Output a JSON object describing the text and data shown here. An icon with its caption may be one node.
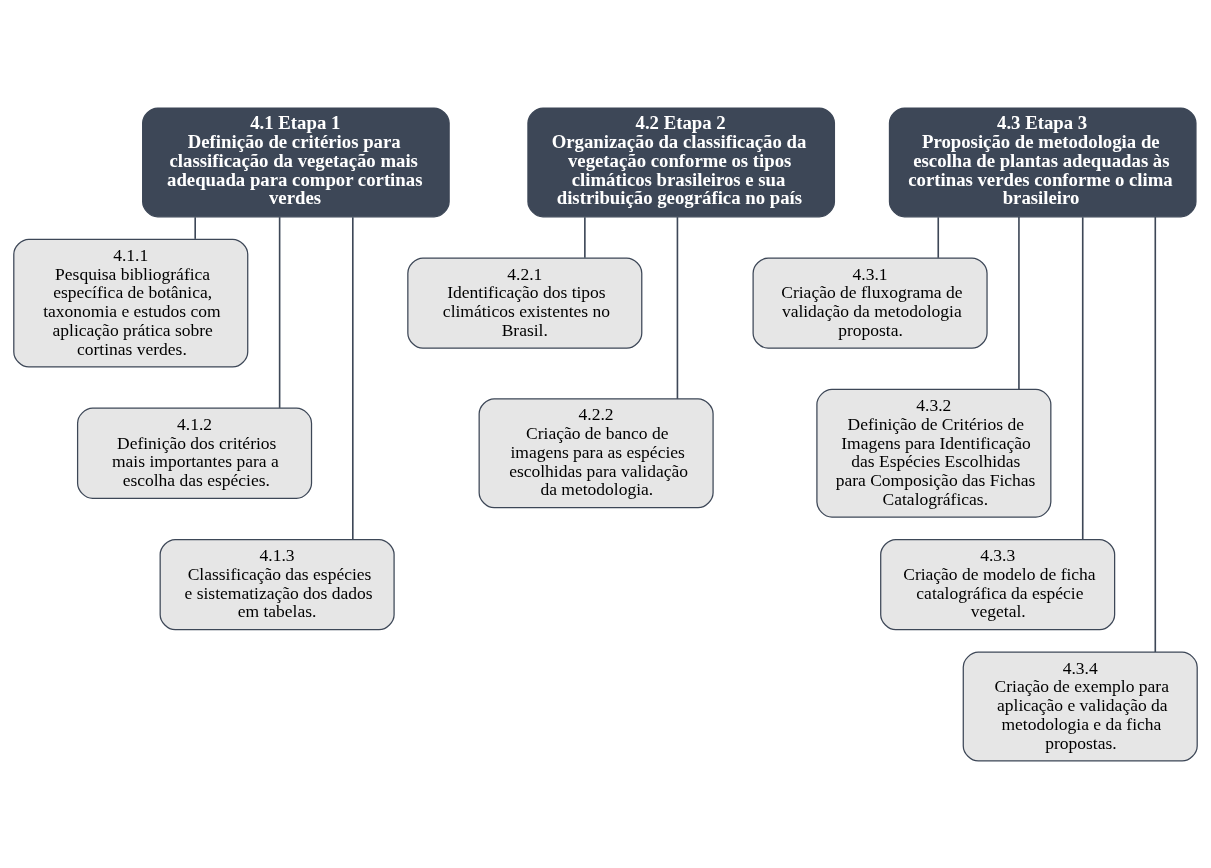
{
  "diagram": {
    "nodes": [
      {
        "text": [
          "4.1 Etapa 1",
          "Definição de critérios para classificação da vegetação mais adequada para compor cortinas verdes"
        ]
      },
      {
        "text": [
          "4.1.1",
          "Pesquisa bibliográfica específica de botânica, taxonomia e estudos com aplicação prática sobre cortinas verdes."
        ]
      },
      {
        "text": [
          "4.1.2",
          "Definição dos critérios mais importantes para a escolha das espécies."
        ]
      },
      {
        "text": [
          "4.1.3",
          "Classificação das espécies e sistematização dos dados em tabelas."
        ]
      },
      {
        "text": [
          "4.2 Etapa 2",
          "Organização da classificação da vegetação conforme os tipos climáticos brasileiros e sua distribuição geográfica no país"
        ]
      },
      {
        "text": [
          "4.2.1",
          "Identificação dos tipos climáticos existentes no Brasil."
        ]
      },
      {
        "text": [
          "4.2.2",
          "Criação de banco de imagens para as espécies escolhidas para validação da metodologia."
        ]
      },
      {
        "text": [
          "4.3 Etapa 3",
          "Proposição de metodologia de escolha de plantas adequadas às cortinas verdes conforme o clima brasileiro"
        ]
      },
      {
        "text": [
          "4.3.1",
          "Criação de fluxograma de validação da metodologia proposta."
        ]
      },
      {
        "text": [
          "4.3.2",
          "Definição de Critérios de Imagens para Identificação das Espécies Escolhidas para Composição das Fichas Catalográficas."
        ]
      },
      {
        "text": [
          "4.3.3",
          "Criação de modelo de ficha catalográfica da espécie vegetal."
        ]
      },
      {
        "text": [
          "4.3.4",
          "Criação de exemplo para aplicação e validação da metodologia e da ficha propostas."
        ]
      }
    ],
    "edges": [
      {
        "from": 0,
        "to": 1,
        "arrow": "none"
      },
      {
        "from": 0,
        "to": 2,
        "arrow": "none"
      },
      {
        "from": 0,
        "to": 3,
        "arrow": "none"
      },
      {
        "from": 4,
        "to": 5,
        "arrow": "none"
      },
      {
        "from": 4,
        "to": 6,
        "arrow": "none"
      },
      {
        "from": 7,
        "to": 8,
        "arrow": "none"
      },
      {
        "from": 7,
        "to": 9,
        "arrow": "none"
      },
      {
        "from": 7,
        "to": 10,
        "arrow": "none"
      },
      {
        "from": 7,
        "to": 11,
        "arrow": "none"
      }
    ]
  }
}
